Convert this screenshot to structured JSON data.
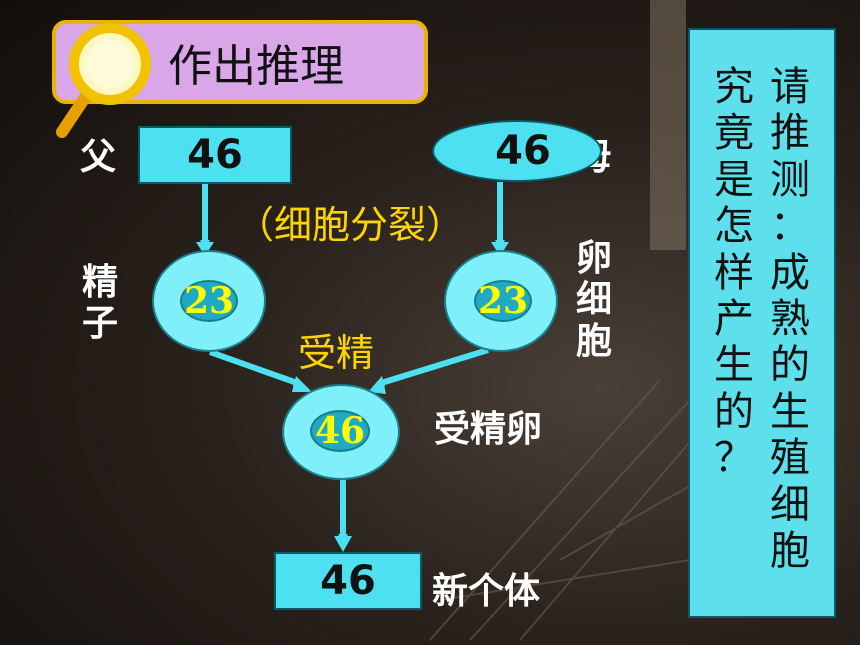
{
  "title": "作出推理",
  "father_label": "父",
  "mother_label": "母",
  "parent_chromosomes": {
    "father": "46",
    "mother": "46"
  },
  "division_label": "（细胞分裂）",
  "sperm_label": [
    "精",
    "子"
  ],
  "egg_label": [
    "卵",
    "细",
    "胞"
  ],
  "gamete_chromosomes": {
    "sperm": "23",
    "egg": "23"
  },
  "fertilization_label": "受精",
  "zygote_label": "受精卵",
  "zygote_chromosomes": "46",
  "offspring_label": "新个体",
  "offspring_chromosomes": "46",
  "question": {
    "col1": [
      "请",
      "推",
      "测",
      "：",
      "成",
      "熟",
      "的",
      "生",
      "殖",
      "细",
      "胞"
    ],
    "col2": [
      "究",
      "竟",
      "是",
      "怎",
      "样",
      "产",
      "生",
      "的",
      "？"
    ]
  },
  "colors": {
    "cyan": "#4de0f0",
    "yellow": "#ffd400",
    "title_bg": "#d9a6e8",
    "frame": "#e8b400"
  },
  "icons": [
    "magnifier-icon"
  ]
}
